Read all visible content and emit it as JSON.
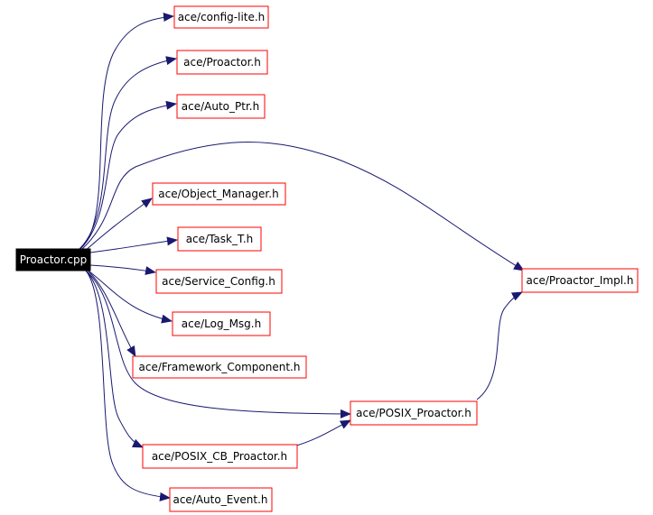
{
  "colors": {
    "edge": "#191970",
    "node_border": "#ff0000",
    "root_fill": "#000000",
    "root_text": "#ffffff",
    "node_text": "#000000"
  },
  "nodes": {
    "root": "Proactor.cpp",
    "config_lite": "ace/config-lite.h",
    "proactor_h": "ace/Proactor.h",
    "auto_ptr": "ace/Auto_Ptr.h",
    "object_manager": "ace/Object_Manager.h",
    "task_t": "ace/Task_T.h",
    "service_config": "ace/Service_Config.h",
    "log_msg": "ace/Log_Msg.h",
    "framework_component": "ace/Framework_Component.h",
    "posix_proactor": "ace/POSIX_Proactor.h",
    "posix_cb_proactor": "ace/POSIX_CB_Proactor.h",
    "auto_event": "ace/Auto_Event.h",
    "proactor_impl": "ace/Proactor_Impl.h"
  }
}
